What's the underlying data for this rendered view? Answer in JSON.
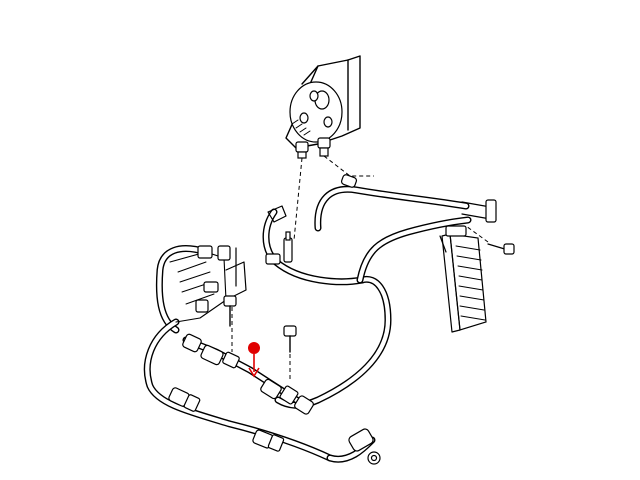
{
  "diagram": {
    "kind": "exploded-view line drawing",
    "highlight_color": "#e00000",
    "line_color": "#000000",
    "background": "#ffffff",
    "parts": [
      "power-steering-pump",
      "pressure-hose",
      "return-hose",
      "oil-cooler",
      "cooler-mounting-bolt",
      "hose-clamps",
      "steering-gear-fittings",
      "hose-bracket"
    ]
  }
}
